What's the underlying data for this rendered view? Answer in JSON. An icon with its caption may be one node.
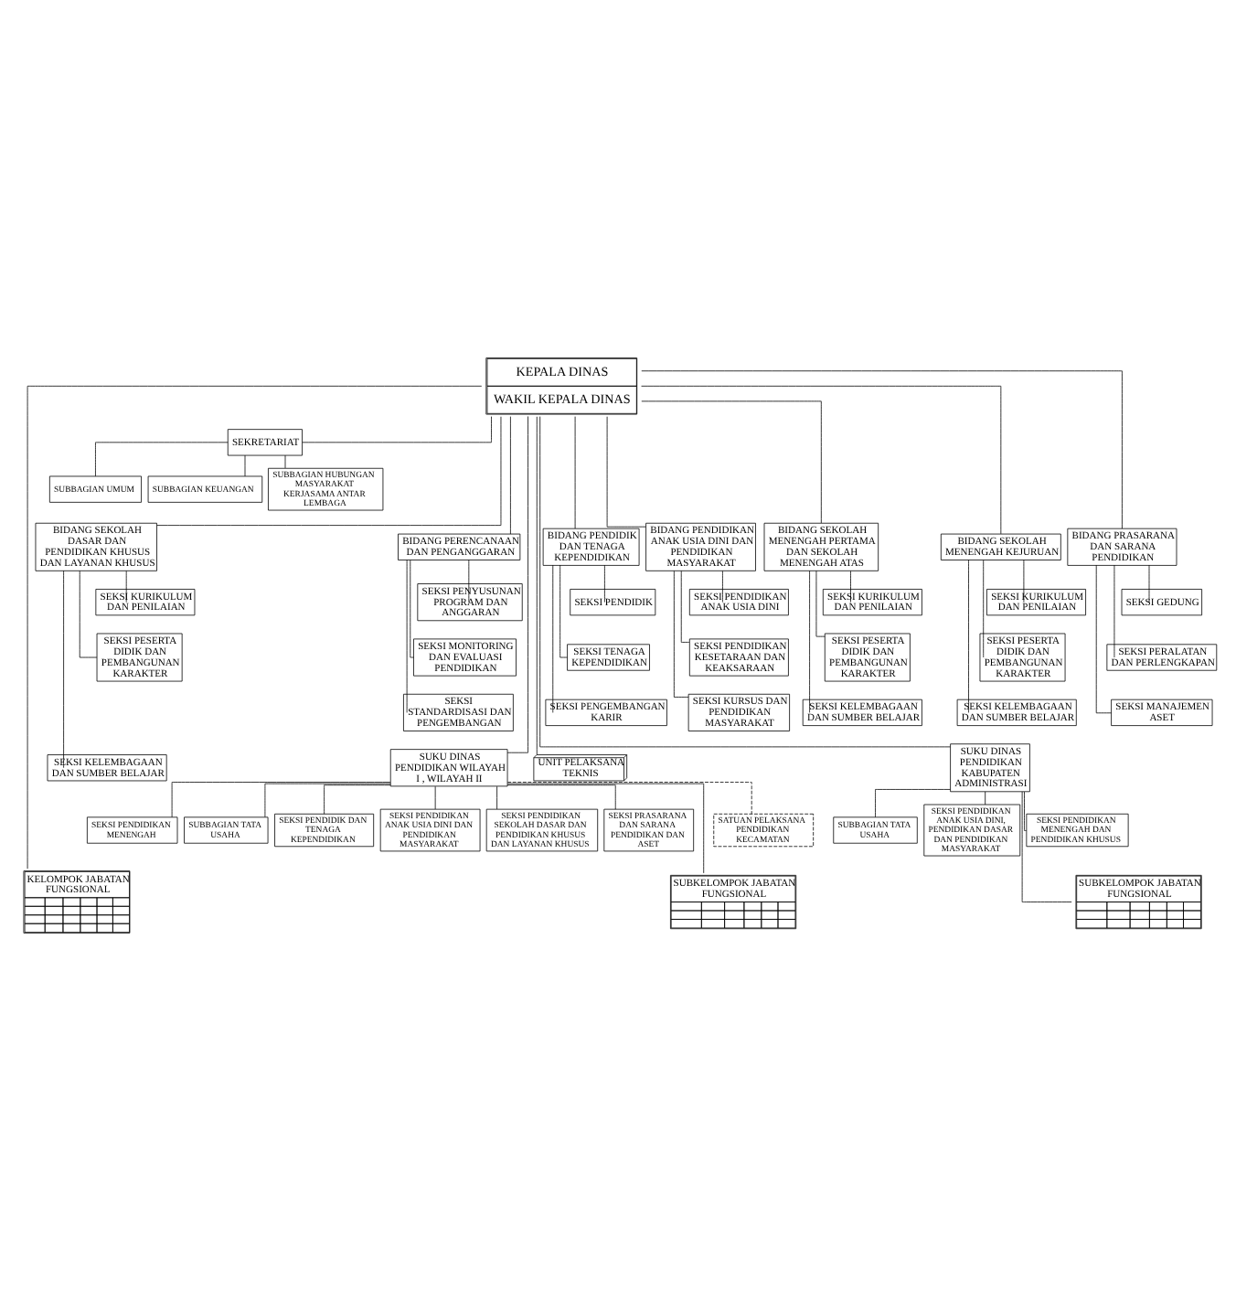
{
  "diagram": {
    "nodes": [
      {
        "text": [
          "KEPALA DINAS",
          "WAKIL KEPALA DINAS"
        ]
      },
      {
        "text": [
          "SEKRETARIAT"
        ]
      },
      {
        "text": [
          "SUBBAGIAN UMUM"
        ]
      },
      {
        "text": [
          "SUBBAGIAN KEUANGAN"
        ]
      },
      {
        "text": [
          "SUBBAGIAN HUBUNGAN MASYARAKAT KERJASAMA ANTAR LEMBAGA"
        ]
      },
      {
        "text": [
          "BIDANG PENDIDIK DAN TENAGA KEPENDIDIKAN"
        ]
      },
      {
        "text": [
          "SEKSI PENDIDIK"
        ]
      },
      {
        "text": [
          "SEKSI TENAGA KEPENDIDIKAN"
        ]
      },
      {
        "text": [
          "SEKSI PENGEMBANGAN KARIR"
        ]
      },
      {
        "text": [
          "BIDANG PERENCANAAN DAN PENGANGGARAN"
        ]
      },
      {
        "text": [
          "SEKSI PENYUSUNAN PROGRAM DAN ANGGARAN"
        ]
      },
      {
        "text": [
          "SEKSI MONITORING DAN EVALUASI PENDIDIKAN"
        ]
      },
      {
        "text": [
          "SEKSI STANDARDISASI DAN PENGEMBANGAN"
        ]
      },
      {
        "text": [
          "BIDANG PENDIDIKAN ANAK USIA DINI DAN PENDIDIKAN MASYARAKAT"
        ]
      },
      {
        "text": [
          "SEKSI PENDIDIKAN ANAK USIA DINI"
        ]
      },
      {
        "text": [
          "SEKSI PENDIDIKAN KESETARAAN DAN KEAKSARAAN"
        ]
      },
      {
        "text": [
          "SEKSI KURSUS DAN PENDIDIKAN MASYARAKAT"
        ]
      },
      {
        "text": [
          "BIDANG SEKOLAH DASAR DAN PENDIDIKAN KHUSUS DAN LAYANAN KHUSUS"
        ]
      },
      {
        "text": [
          "SEKSI KURIKULUM DAN PENILAIAN"
        ]
      },
      {
        "text": [
          "SEKSI PESERTA DIDIK DAN PEMBANGUNAN KARAKTER"
        ]
      },
      {
        "text": [
          "SEKSI KELEMBAGAAN DAN SUMBER BELAJAR"
        ]
      },
      {
        "text": [
          "BIDANG SEKOLAH MENENGAH PERTAMA DAN SEKOLAH MENENGAH ATAS"
        ]
      },
      {
        "text": [
          "SEKSI KURIKULUM DAN PENILAIAN"
        ]
      },
      {
        "text": [
          "SEKSI PESERTA DIDIK DAN PEMBANGUNAN KARAKTER"
        ]
      },
      {
        "text": [
          "SEKSI KELEMBAGAAN DAN SUMBER BELAJAR"
        ]
      },
      {
        "text": [
          "BIDANG SEKOLAH MENENGAH KEJURUAN"
        ]
      },
      {
        "text": [
          "SEKSI KURIKULUM DAN PENILAIAN"
        ]
      },
      {
        "text": [
          "SEKSI PESERTA DIDIK DAN PEMBANGUNAN KARAKTER"
        ]
      },
      {
        "text": [
          "SEKSI KELEMBAGAAN DAN SUMBER BELAJAR"
        ]
      },
      {
        "text": [
          "BIDANG PRASARANA DAN SARANA PENDIDIKAN"
        ]
      },
      {
        "text": [
          "SEKSI GEDUNG"
        ]
      },
      {
        "text": [
          "SEKSI PERALATAN DAN PERLENGKAPAN"
        ]
      },
      {
        "text": [
          "SEKSI MANAJEMEN ASET"
        ]
      },
      {
        "text": [
          "UNIT PELAKSANA TEKNIS"
        ]
      },
      {
        "text": [
          "SUKU DINAS PENDIDIKAN WILAYAH I , WILAYAH II"
        ]
      },
      {
        "text": [
          "SUBBAGIAN TATA USAHA"
        ]
      },
      {
        "text": [
          "SEKSI PENDIDIK DAN TENAGA KEPENDIDIKAN"
        ]
      },
      {
        "text": [
          "SEKSI PENDIDIKAN ANAK USIA DINI DAN PENDIDIKAN MASYARAKAT"
        ]
      },
      {
        "text": [
          "SEKSI PENDIDIKAN SEKOLAH DASAR DAN PENDIDIKAN KHUSUS DAN LAYANAN KHUSUS"
        ]
      },
      {
        "text": [
          "SEKSI PENDIDIKAN MENENGAH"
        ]
      },
      {
        "text": [
          "SEKSI PRASARANA DAN SARANA PENDIDIKAN DAN ASET"
        ]
      },
      {
        "text": [
          "SATUAN PELAKSANA PENDIDIKAN KECAMATAN"
        ]
      },
      {
        "text": [
          "SUBKELOMPOK JABATAN FUNGSIONAL"
        ]
      },
      {
        "text": [
          "KELOMPOK JABATAN FUNGSIONAL"
        ]
      },
      {
        "text": [
          "SUKU DINAS PENDIDIKAN KABUPATEN ADMINISTRASI"
        ]
      },
      {
        "text": [
          "SUBBAGIAN TATA USAHA"
        ]
      },
      {
        "text": [
          "SEKSI PENDIDIKAN ANAK USIA DINI, PENDIDIKAN DASAR DAN PENDIDIKAN MASYARAKAT"
        ]
      },
      {
        "text": [
          "SEKSI PENDIDIKAN MENENGAH DAN PENDIDIKAN KHUSUS"
        ]
      },
      {
        "text": [
          "SUBKELOMPOK JABATAN FUNGSIONAL"
        ]
      }
    ],
    "edges": [
      {
        "from": 0,
        "to": 1,
        "arrow": "none"
      },
      {
        "from": 1,
        "to": 2,
        "arrow": "none"
      },
      {
        "from": 1,
        "to": 3,
        "arrow": "none"
      },
      {
        "from": 1,
        "to": 4,
        "arrow": "none"
      },
      {
        "from": 0,
        "to": 5,
        "arrow": "none"
      },
      {
        "from": 0,
        "to": 9,
        "arrow": "none"
      },
      {
        "from": 0,
        "to": 13,
        "arrow": "none"
      },
      {
        "from": 0,
        "to": 17,
        "arrow": "none"
      },
      {
        "from": 0,
        "to": 21,
        "arrow": "none"
      },
      {
        "from": 0,
        "to": 25,
        "arrow": "none"
      },
      {
        "from": 0,
        "to": 29,
        "arrow": "none"
      },
      {
        "from": 5,
        "to": 6,
        "arrow": "none"
      },
      {
        "from": 5,
        "to": 7,
        "arrow": "none"
      },
      {
        "from": 5,
        "to": 8,
        "arrow": "none"
      },
      {
        "from": 9,
        "to": 10,
        "arrow": "none"
      },
      {
        "from": 9,
        "to": 11,
        "arrow": "none"
      },
      {
        "from": 9,
        "to": 12,
        "arrow": "none"
      },
      {
        "from": 13,
        "to": 14,
        "arrow": "none"
      },
      {
        "from": 13,
        "to": 15,
        "arrow": "none"
      },
      {
        "from": 13,
        "to": 16,
        "arrow": "none"
      },
      {
        "from": 17,
        "to": 18,
        "arrow": "none"
      },
      {
        "from": 17,
        "to": 19,
        "arrow": "none"
      },
      {
        "from": 17,
        "to": 20,
        "arrow": "none"
      },
      {
        "from": 21,
        "to": 22,
        "arrow": "none"
      },
      {
        "from": 21,
        "to": 23,
        "arrow": "none"
      },
      {
        "from": 21,
        "to": 24,
        "arrow": "none"
      },
      {
        "from": 25,
        "to": 26,
        "arrow": "none"
      },
      {
        "from": 25,
        "to": 27,
        "arrow": "none"
      },
      {
        "from": 25,
        "to": 28,
        "arrow": "none"
      },
      {
        "from": 29,
        "to": 30,
        "arrow": "none"
      },
      {
        "from": 29,
        "to": 31,
        "arrow": "none"
      },
      {
        "from": 29,
        "to": 32,
        "arrow": "none"
      },
      {
        "from": 0,
        "to": 33,
        "arrow": "none"
      },
      {
        "from": 0,
        "to": 34,
        "arrow": "none"
      },
      {
        "from": 0,
        "to": 44,
        "arrow": "none"
      },
      {
        "from": 0,
        "to": 43,
        "arrow": "none"
      },
      {
        "from": 34,
        "to": 35,
        "arrow": "none"
      },
      {
        "from": 34,
        "to": 36,
        "arrow": "none"
      },
      {
        "from": 34,
        "to": 37,
        "arrow": "none"
      },
      {
        "from": 34,
        "to": 38,
        "arrow": "none"
      },
      {
        "from": 34,
        "to": 39,
        "arrow": "none"
      },
      {
        "from": 34,
        "to": 40,
        "arrow": "none"
      },
      {
        "from": 34,
        "to": 41,
        "arrow": "none",
        "style": "dashed"
      },
      {
        "from": 34,
        "to": 42,
        "arrow": "none"
      },
      {
        "from": 44,
        "to": 45,
        "arrow": "none"
      },
      {
        "from": 44,
        "to": 46,
        "arrow": "none"
      },
      {
        "from": 44,
        "to": 47,
        "arrow": "none"
      },
      {
        "from": 44,
        "to": 48,
        "arrow": "none"
      }
    ]
  }
}
